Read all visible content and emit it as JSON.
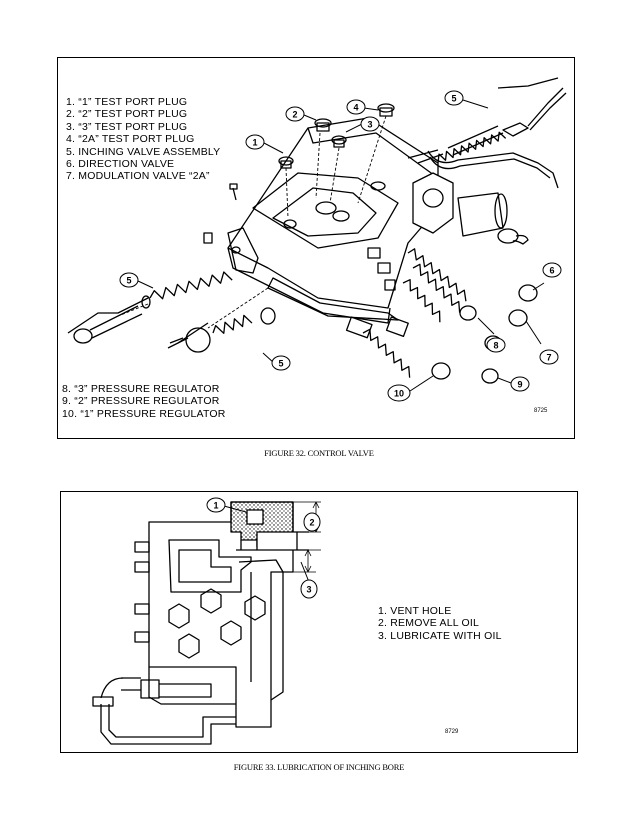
{
  "figure32": {
    "caption": "FIGURE 32. CONTROL VALVE",
    "legend_top": [
      "1.  “1” TEST PORT PLUG",
      "2.  “2” TEST PORT PLUG",
      "3.  “3” TEST PORT PLUG",
      "4.  “2A” TEST PORT PLUG",
      "5.  INCHING VALVE ASSEMBLY",
      "6.  DIRECTION VALVE",
      "7.  MODULATION VALVE “2A”"
    ],
    "legend_bottom": [
      " 8.  “3” PRESSURE REGULATOR",
      " 9.  “2” PRESSURE REGULATOR",
      "10.  “1” PRESSURE REGULATOR"
    ],
    "drawing_code": "8725",
    "callouts": [
      "1",
      "2",
      "3",
      "4",
      "5",
      "5",
      "5",
      "6",
      "7",
      "8",
      "9",
      "10"
    ]
  },
  "figure33": {
    "caption": "FIGURE 33. LUBRICATION OF INCHING BORE",
    "legend": [
      "1.  VENT HOLE",
      "2.  REMOVE ALL OIL",
      "3.  LUBRICATE WITH OIL"
    ],
    "drawing_code": "8729",
    "callouts": [
      "1",
      "2",
      "3"
    ]
  }
}
